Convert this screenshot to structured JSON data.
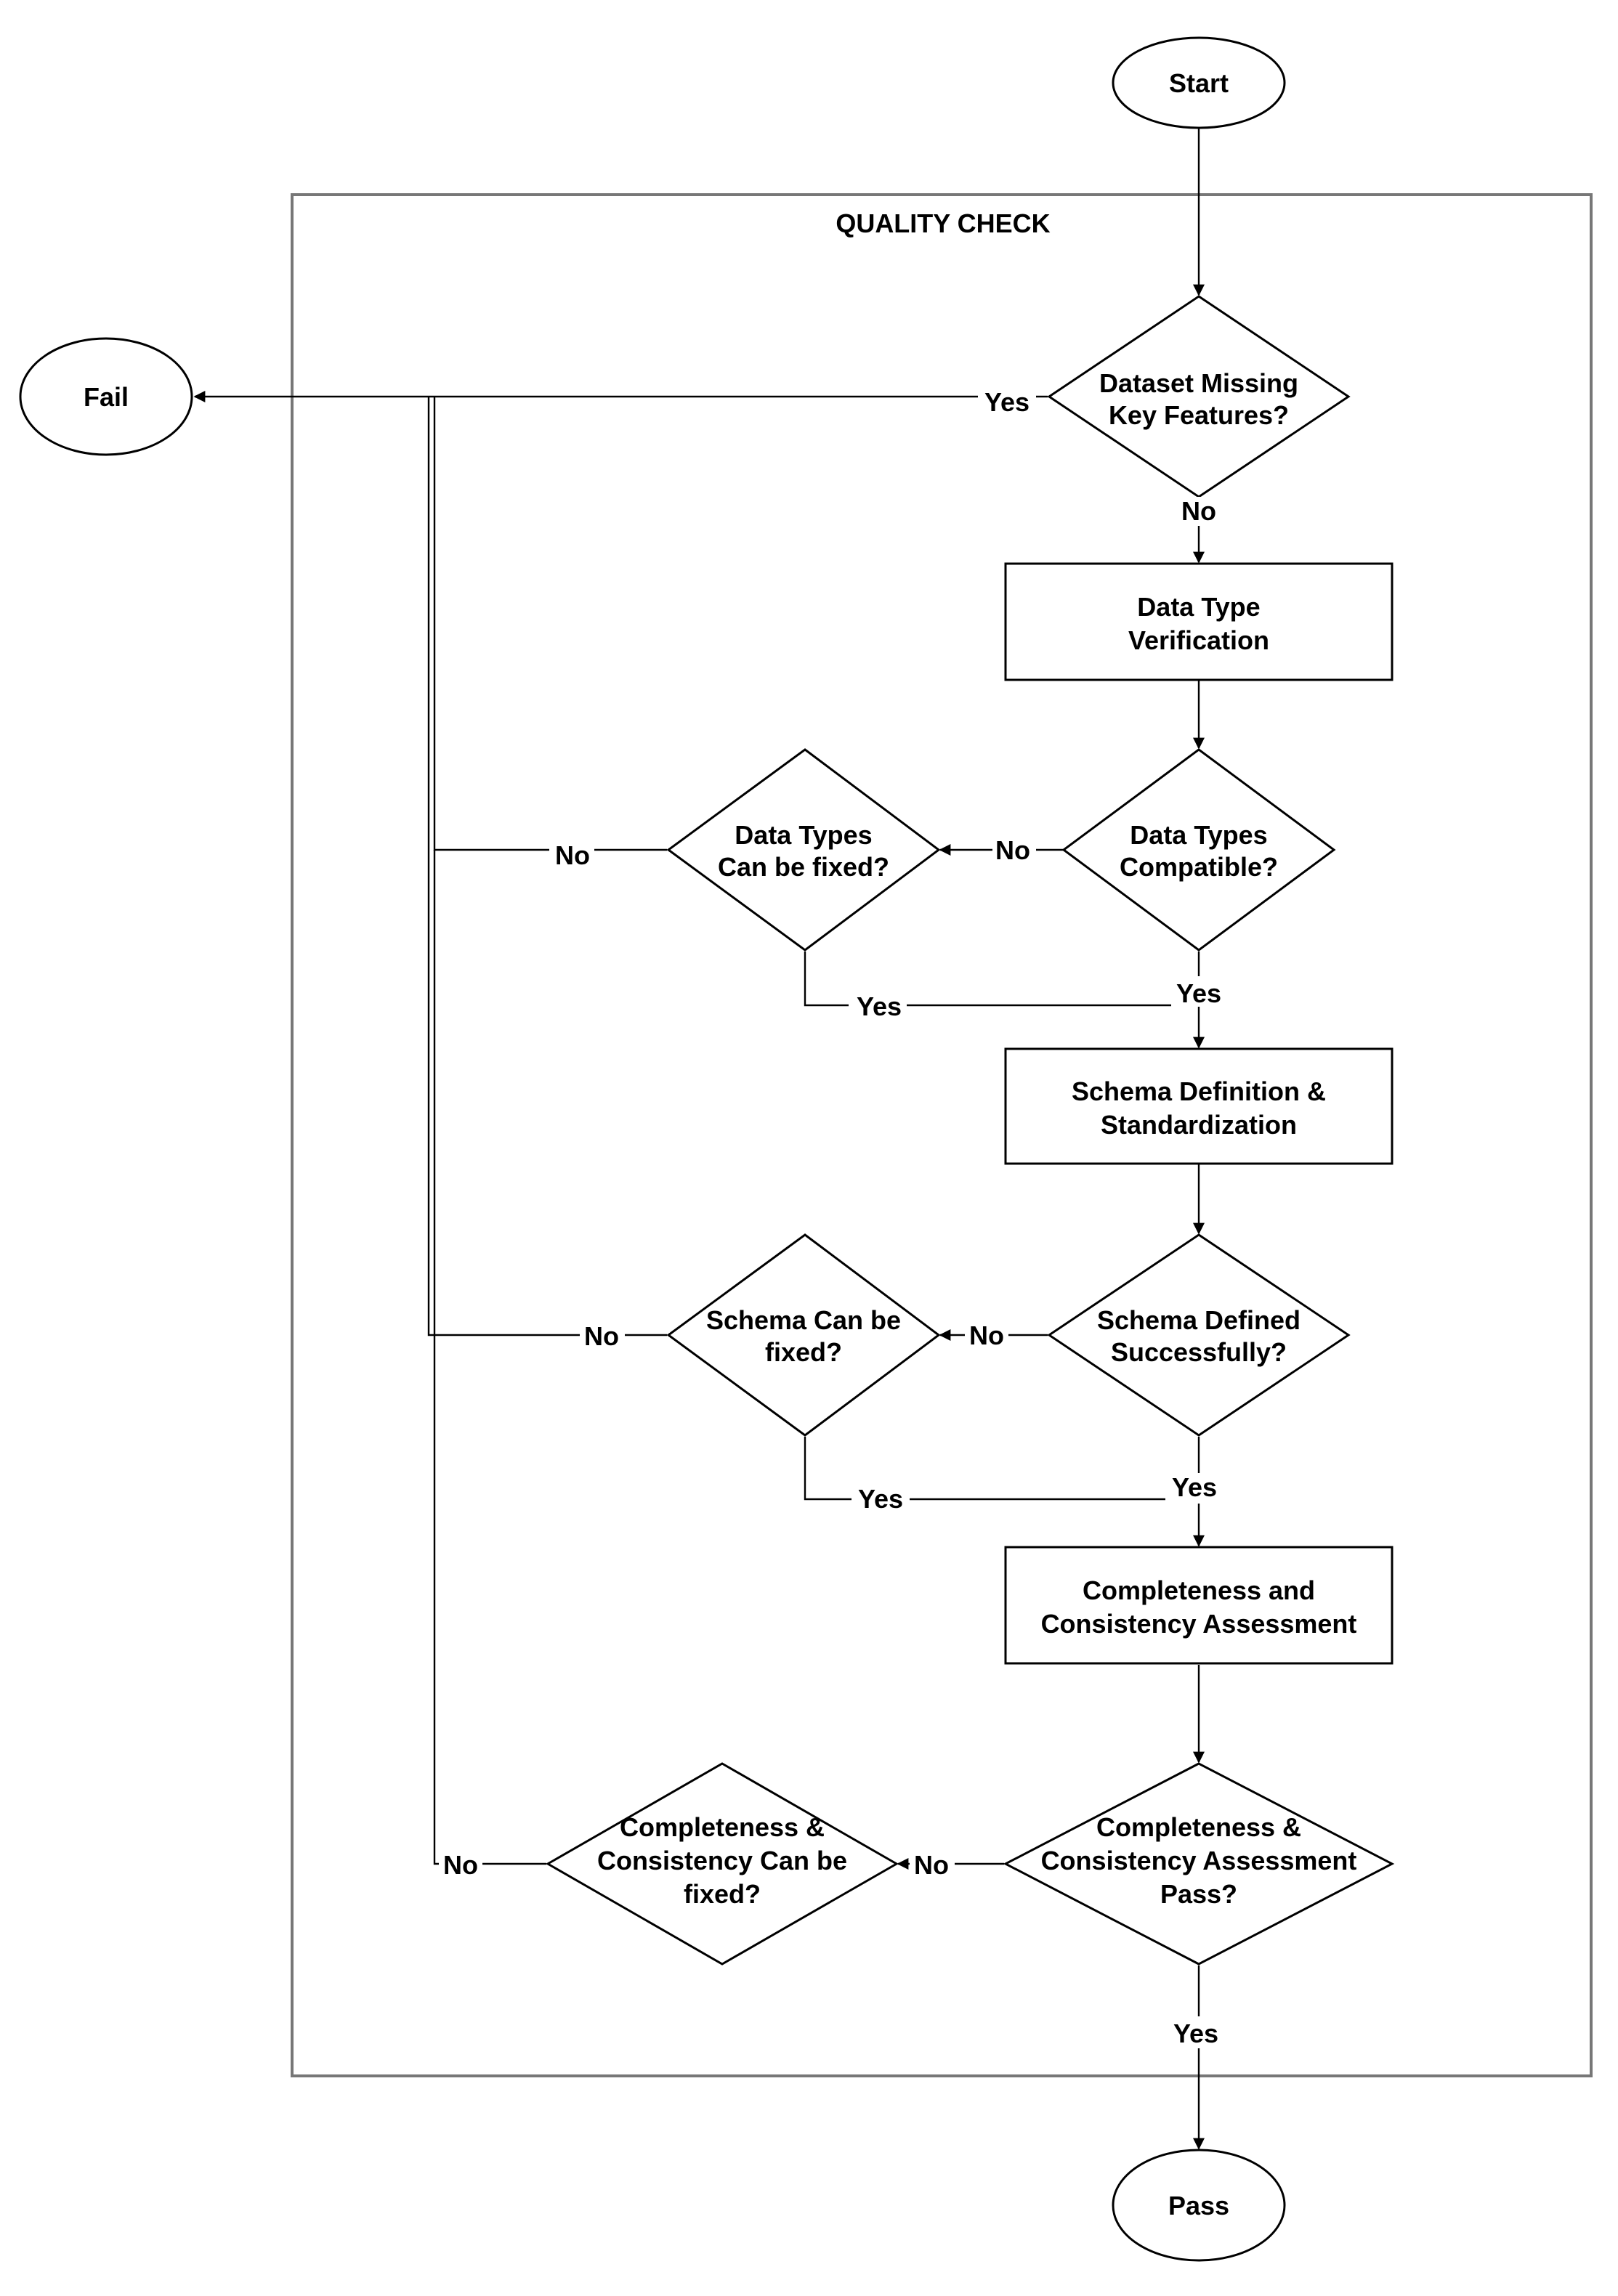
{
  "group": {
    "title": "QUALITY CHECK"
  },
  "nodes": {
    "start": {
      "label": "Start"
    },
    "fail": {
      "label": "Fail"
    },
    "pass": {
      "label": "Pass"
    },
    "missing_features": {
      "line1": "Dataset Missing",
      "line2": "Key Features?"
    },
    "type_verification": {
      "line1": "Data Type",
      "line2": "Verification"
    },
    "types_compatible": {
      "line1": "Data Types",
      "line2": "Compatible?"
    },
    "types_fixable": {
      "line1": "Data Types",
      "line2": "Can be fixed?"
    },
    "schema_definition": {
      "line1": "Schema Definition &",
      "line2": "Standardization"
    },
    "schema_defined": {
      "line1": "Schema Defined",
      "line2": "Successfully?"
    },
    "schema_fixable": {
      "line1": "Schema Can be",
      "line2": "fixed?"
    },
    "assessment": {
      "line1": "Completeness and",
      "line2": "Consistency Assessment"
    },
    "assessment_pass": {
      "line1": "Completeness &",
      "line2": "Consistency Assessment",
      "line3": "Pass?"
    },
    "assessment_fixable": {
      "line1": "Completeness &",
      "line2": "Consistency Can be",
      "line3": "fixed?"
    }
  },
  "edges": {
    "missing_yes": "Yes",
    "missing_no": "No",
    "compatible_no": "No",
    "compatible_yes": "Yes",
    "types_fix_no": "No",
    "types_fix_yes": "Yes",
    "schema_no": "No",
    "schema_yes": "Yes",
    "schema_fix_no": "No",
    "schema_fix_yes": "Yes",
    "assess_no": "No",
    "assess_fix_no": "No",
    "assess_yes": "Yes"
  }
}
